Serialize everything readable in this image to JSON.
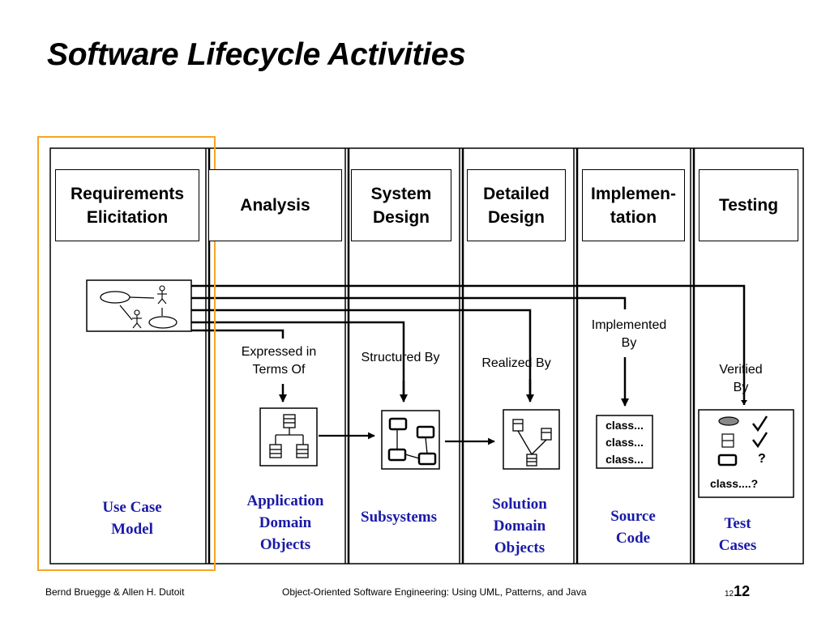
{
  "title": "Software Lifecycle Activities",
  "phases": [
    {
      "label": "Requirements\nElicitation"
    },
    {
      "label": "Analysis"
    },
    {
      "label": "System\nDesign"
    },
    {
      "label": "Detailed\nDesign"
    },
    {
      "label": "Implemen-\ntation"
    },
    {
      "label": "Testing"
    }
  ],
  "relations": {
    "expressed": "Expressed in\nTerms Of",
    "structured": "Structured By",
    "realized": "Realized By",
    "implemented": "Implemented\nBy",
    "verified": "Verified\nBy"
  },
  "products": {
    "use_case": "Use Case\nModel",
    "application": "Application\nDomain\nObjects",
    "subsystems": "Subsystems",
    "solution": "Solution\nDomain\nObjects",
    "source": "Source\nCode",
    "test": "Test\nCases"
  },
  "code_lines": [
    "class...",
    "class...",
    "class..."
  ],
  "test_case_labels": {
    "q1": "?",
    "class_line": "class....?"
  },
  "footer": {
    "authors": "Bernd Bruegge & Allen H. Dutoit",
    "book": "Object-Oriented Software Engineering: Using UML, Patterns, and Java",
    "page_small": "12",
    "page_big": "12"
  },
  "colors": {
    "highlight": "#f5a623",
    "product_text": "#1a1aa8"
  }
}
